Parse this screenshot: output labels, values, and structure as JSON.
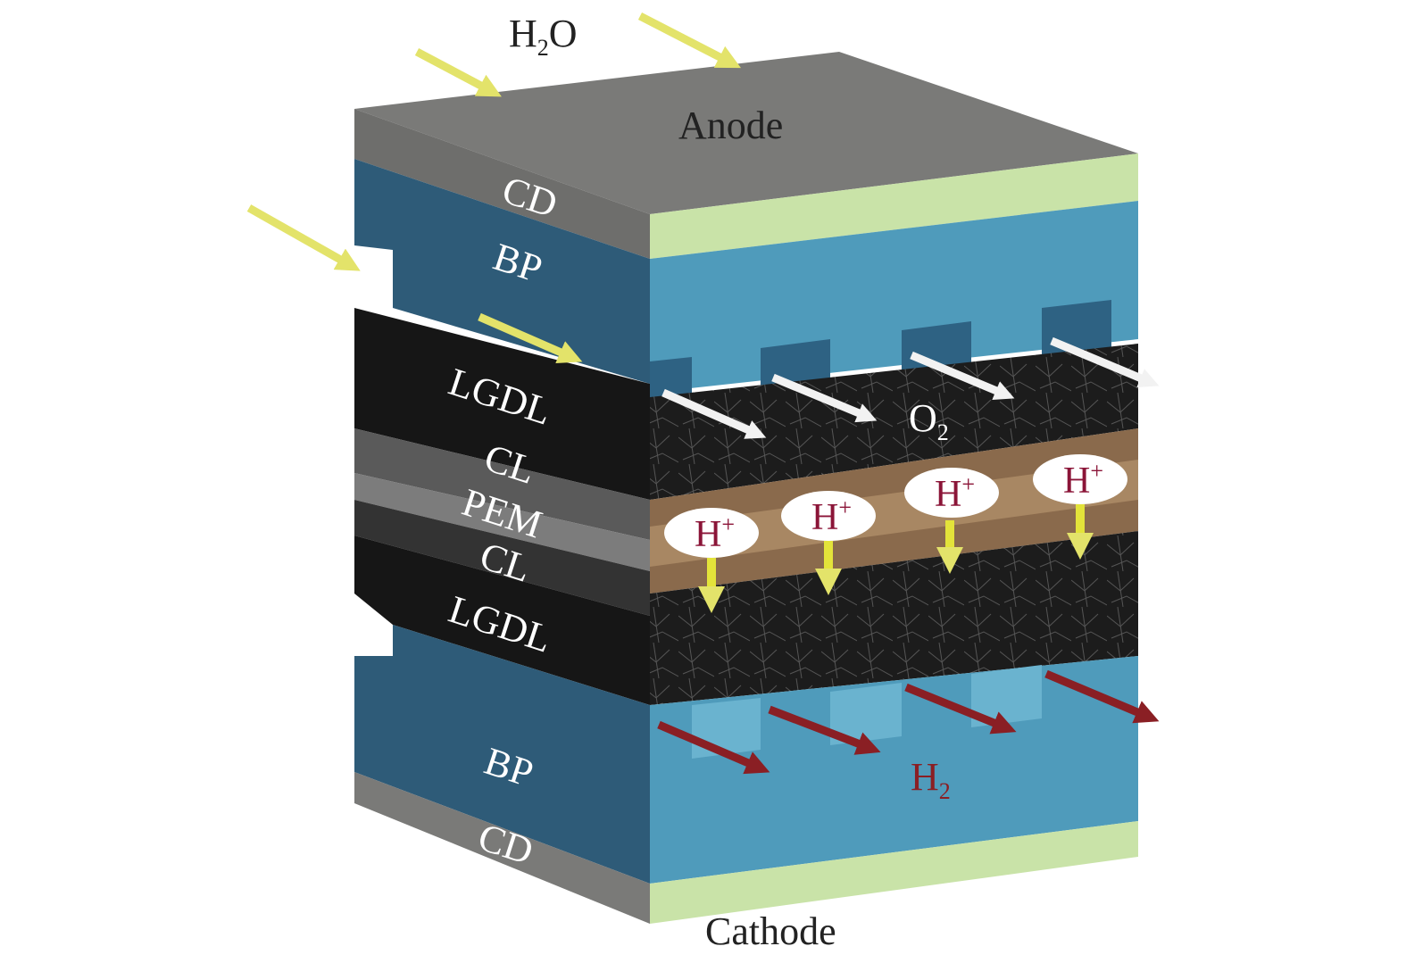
{
  "title": "PEM water electrolyzer structure",
  "labels": {
    "water": {
      "main": "H",
      "sub": "2",
      "tail": "O"
    },
    "anode": "Anode",
    "cathode": "Cathode",
    "cd_top": "CD",
    "bp_top": "BP",
    "lgdl_top": "LGDL",
    "cl_top": "CL",
    "pem": "PEM",
    "cl_bottom": "CL",
    "lgdl_bottom": "LGDL",
    "bp_bottom": "BP",
    "cd_bottom": "CD",
    "oxygen": {
      "main": "O",
      "sub": "2"
    },
    "hydrogen": {
      "main": "H",
      "sub": "2"
    },
    "proton": {
      "main": "H",
      "sup": "+"
    }
  },
  "colors": {
    "top_gray": "#7a7a78",
    "bp_dark": "#2e5b78",
    "bp_light": "#4f9bbb",
    "lgdl": "#1a1a1a",
    "pem_brown": "#8a6a4c",
    "cd_green": "#c9e3a8",
    "water_arrow": "#e3e36a",
    "oxygen_arrow": "#f2f2f2",
    "hydrogen_arrow": "#8a1f24",
    "proton_text": "#8b1538"
  }
}
